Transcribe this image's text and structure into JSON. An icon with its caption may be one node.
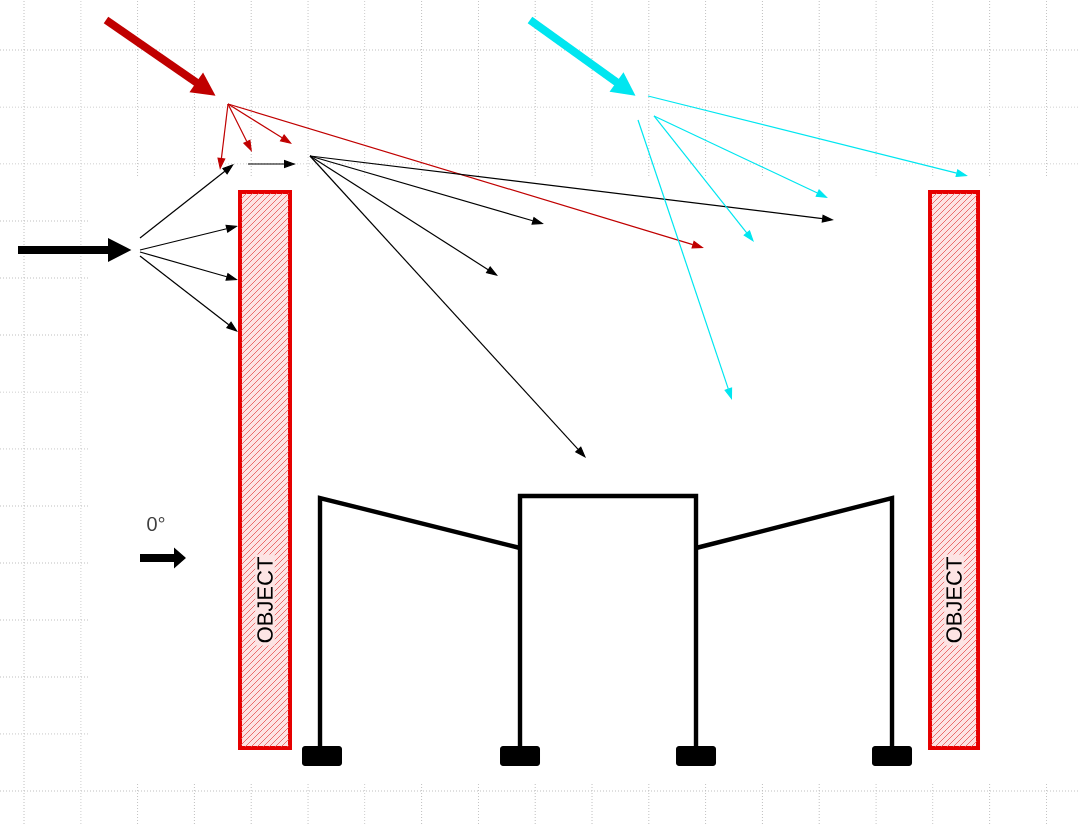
{
  "diagram": {
    "nodes": [
      {
        "text": [
          "OBJECT"
        ]
      },
      {
        "text": [
          "OBJECT"
        ]
      }
    ],
    "labels": [
      "0°"
    ]
  }
}
